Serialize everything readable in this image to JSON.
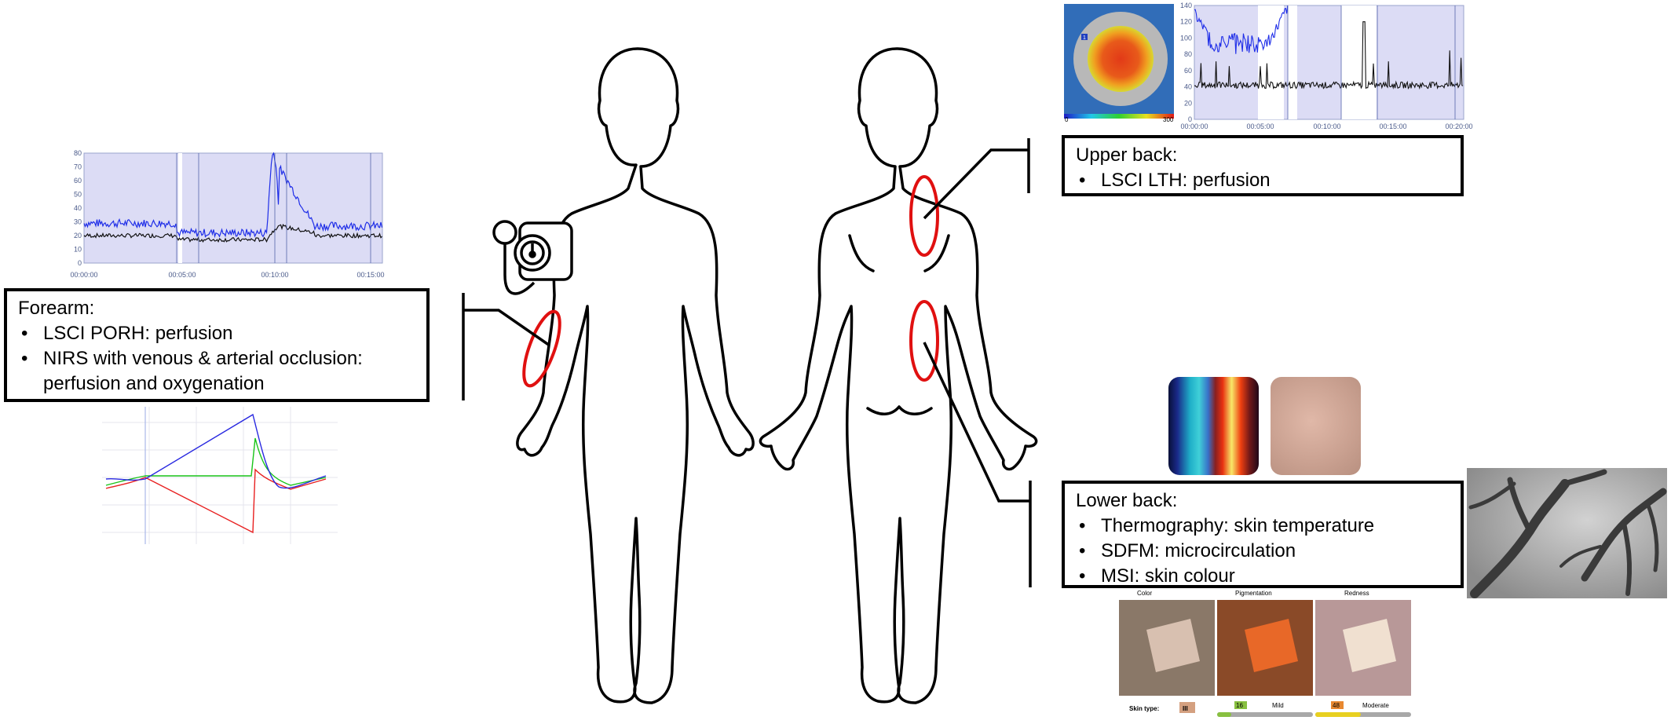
{
  "forearm": {
    "title": "Forearm:",
    "items": [
      "LSCI PORH: perfusion",
      "NIRS with venous & arterial occlusion: perfusion and oxygenation"
    ]
  },
  "upper_back": {
    "title": "Upper back:",
    "items": [
      "LSCI LTH: perfusion"
    ]
  },
  "lower_back": {
    "title": "Lower back:",
    "items": [
      "Thermography: skin temperature",
      "SDFM: microcirculation",
      "MSI: skin colour"
    ]
  },
  "porh_chart": {
    "y_ticks": [
      "80",
      "70",
      "60",
      "50",
      "40",
      "30",
      "20",
      "10",
      "0"
    ],
    "x_ticks": [
      "00:00:00",
      "00:05:00",
      "00:10:00",
      "00:15:00"
    ]
  },
  "lth_chart": {
    "y_ticks": [
      "140",
      "120",
      "100",
      "80",
      "60",
      "40",
      "20",
      "0"
    ],
    "x_ticks": [
      "00:00:00",
      "00:05:00",
      "00:10:00",
      "00:15:00",
      "00:20:00"
    ],
    "colorbar_min": "0",
    "colorbar_max": "300",
    "marker": "1"
  },
  "msi": {
    "panels": [
      "Color",
      "Pigmentation",
      "Redness"
    ],
    "skin_type_label": "Skin type:",
    "skin_type_value": "III",
    "pigmentation_value": "16",
    "pigmentation_level": "Mild",
    "redness_value": "48",
    "redness_level": "Moderate"
  },
  "colors": {
    "series_blue": "#1f2ee8",
    "series_black": "#111111",
    "region_oval": "#e01010",
    "chart_bg": "#dcdcf5"
  }
}
